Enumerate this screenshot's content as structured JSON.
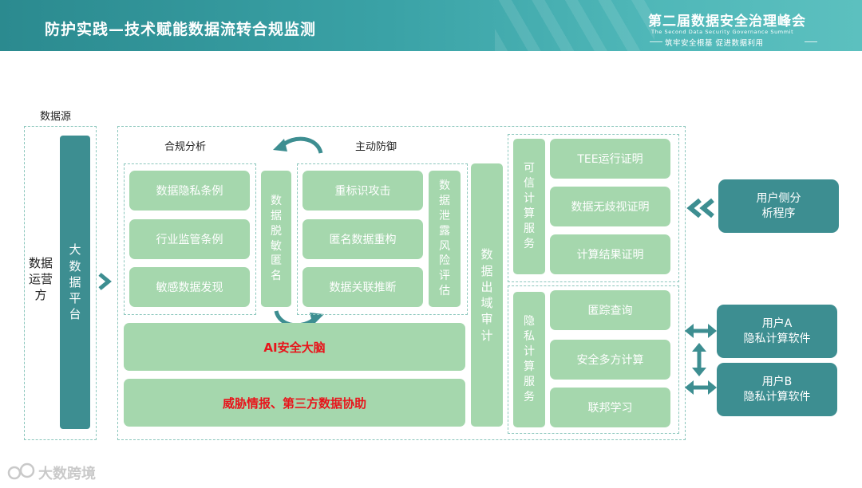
{
  "header": {
    "title": "防护实践—技术赋能数据流转合规监测",
    "summit_name": "第二届数据安全治理峰会",
    "summit_en": "The Second Data Security Governance Summit",
    "summit_slogan": "筑牢安全根基 促进数据利用"
  },
  "source": {
    "label": "数据源",
    "operator": "数据运营方",
    "platform": "大数据平台"
  },
  "compliance": {
    "label": "合规分析",
    "items": [
      "数据隐私条例",
      "行业监管条例",
      "敏感数据发现"
    ]
  },
  "desensitize": "数据脱敏匿名",
  "defense": {
    "label": "主动防御",
    "items": [
      "重标识攻击",
      "匿名数据重构",
      "数据关联推断"
    ],
    "risk": "数据泄露风险评估"
  },
  "ai_brain": "AI安全大脑",
  "threat_intel": "威胁情报、第三方数据协助",
  "export_audit": "数据出域审计",
  "trusted": {
    "label": "可信计算服务",
    "items": [
      "TEE运行证明",
      "数据无歧视证明",
      "计算结果证明"
    ]
  },
  "privacy": {
    "label": "隐私计算服务",
    "items": [
      "匿踪查询",
      "安全多方计算",
      "联邦学习"
    ]
  },
  "users": {
    "analysis": "用户侧分析程序",
    "user_a_name": "用户A",
    "user_a_soft": "隐私计算软件",
    "user_b_name": "用户B",
    "user_b_soft": "隐私计算软件"
  },
  "colors": {
    "header": "#3aa2a6",
    "dark_teal": "#3d8e91",
    "light_green": "#a5d7ad",
    "dashed_border": "#8cc7bd",
    "alert_red": "#e8141b"
  },
  "watermark": "大数跨境"
}
